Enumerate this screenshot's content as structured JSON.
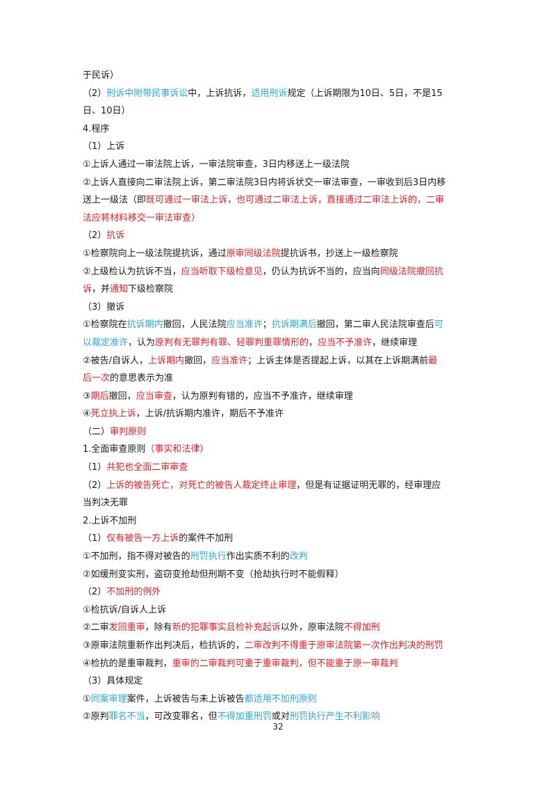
{
  "colors": {
    "black": "#1a1a1a",
    "red": "#ee1c25",
    "blue": "#27a9e1"
  },
  "lines": [
    [
      [
        "black",
        "于民诉）"
      ]
    ],
    [
      [
        "black",
        "（2）"
      ],
      [
        "blue",
        "刑诉中附带民事诉讼"
      ],
      [
        "black",
        "中，上诉抗诉，"
      ],
      [
        "blue",
        "适用刑诉"
      ],
      [
        "black",
        "规定（上诉期限为10日、5日，不是15"
      ]
    ],
    [
      [
        "black",
        "日、10日）"
      ]
    ],
    [
      [
        "black",
        "4.程序"
      ]
    ],
    [
      [
        "black",
        "（1）上诉"
      ]
    ],
    [
      [
        "black",
        "①上诉人通过一审法院上诉，一审法院审查，3日内移送上一级法院"
      ]
    ],
    [
      [
        "black",
        "②上诉人直接向二审法院上诉，第二审法院3日内将诉状交一审法审查，一审收到后3日内移"
      ]
    ],
    [
      [
        "black",
        "送上一级法（即"
      ],
      [
        "red",
        "既可通过一审法上诉，也可通过二审法上诉，直接通过二审法上诉的，二审"
      ]
    ],
    [
      [
        "red",
        "法应将材料移交一审法审查）"
      ]
    ],
    [
      [
        "black",
        "（2）"
      ],
      [
        "red",
        "抗诉"
      ]
    ],
    [
      [
        "black",
        "①检察院向上一级法院提抗诉，通过"
      ],
      [
        "red",
        "原审同级法院"
      ],
      [
        "black",
        "提抗诉书，抄送上一级检察院"
      ]
    ],
    [
      [
        "black",
        "②上级检认为抗诉不当，"
      ],
      [
        "red",
        "应当听取下级检意见"
      ],
      [
        "black",
        "，仍认为抗诉不当的，应当向"
      ],
      [
        "red",
        "同级法院撤回抗"
      ]
    ],
    [
      [
        "red",
        "诉"
      ],
      [
        "black",
        "，并"
      ],
      [
        "red",
        "通知"
      ],
      [
        "black",
        "下级检察院"
      ]
    ],
    [
      [
        "black",
        "（3）撤诉"
      ]
    ],
    [
      [
        "black",
        "①检察院在"
      ],
      [
        "blue",
        "抗诉期内"
      ],
      [
        "black",
        "撤回，人民法院"
      ],
      [
        "blue",
        "应当准许"
      ],
      [
        "black",
        "；"
      ],
      [
        "blue",
        "抗诉期满后"
      ],
      [
        "black",
        "撤回，第二审人民法院审查后"
      ],
      [
        "blue",
        "可"
      ]
    ],
    [
      [
        "blue",
        "以裁定准许"
      ],
      [
        "black",
        "，认为"
      ],
      [
        "red",
        "原判有无罪判有罪、轻罪判重罪情形的"
      ],
      [
        "black",
        "，"
      ],
      [
        "red",
        "应当不予准许"
      ],
      [
        "black",
        "，继续审理"
      ]
    ],
    [
      [
        "black",
        "②被告/自诉人，"
      ],
      [
        "red",
        "上诉期内"
      ],
      [
        "black",
        "撤回，"
      ],
      [
        "red",
        "应当准许"
      ],
      [
        "black",
        "；上诉主体是否提起上诉，以其在上诉期满前"
      ],
      [
        "red",
        "最"
      ]
    ],
    [
      [
        "red",
        "后一次"
      ],
      [
        "black",
        "的意思表示为准"
      ]
    ],
    [
      [
        "black",
        "③"
      ],
      [
        "red",
        "期后"
      ],
      [
        "black",
        "撤回，"
      ],
      [
        "red",
        "应当审查"
      ],
      [
        "black",
        "，认为原判有错的，应当不予准许，继续审理"
      ]
    ],
    [
      [
        "black",
        "④"
      ],
      [
        "red",
        "死立执上诉"
      ],
      [
        "black",
        "，上诉/抗诉期内准许，期后不予准许"
      ]
    ],
    [
      [
        "black",
        "（二）"
      ],
      [
        "red",
        "审判原则"
      ]
    ],
    [
      [
        "black",
        "1.全面审查原则"
      ],
      [
        "red",
        "（事实和法律）"
      ]
    ],
    [
      [
        "black",
        "（1）"
      ],
      [
        "red",
        "共犯也全面二审审查"
      ]
    ],
    [
      [
        "black",
        "（2）"
      ],
      [
        "red",
        "上诉的被告死亡，对死亡的被告人裁定终止审理"
      ],
      [
        "black",
        "，但是有证据证明无罪的，经审理应"
      ]
    ],
    [
      [
        "black",
        "当判决无罪"
      ]
    ],
    [
      [
        "black",
        "2.上诉不加刑"
      ]
    ],
    [
      [
        "black",
        "（1）"
      ],
      [
        "red",
        "仅有被告一方上诉"
      ],
      [
        "black",
        "的案件不加刑"
      ]
    ],
    [
      [
        "black",
        "①不加刑，指不得对被告的"
      ],
      [
        "blue",
        "刑罚执行"
      ],
      [
        "black",
        "作出实质不利的"
      ],
      [
        "blue",
        "改判"
      ]
    ],
    [
      [
        "black",
        "②如缓刑变实刑，盗窃变抢劫但刑期不变（抢劫执行时不能假释）"
      ]
    ],
    [
      [
        "black",
        "（2）"
      ],
      [
        "red",
        "不加刑的例外"
      ]
    ],
    [
      [
        "black",
        "①检抗诉/自诉人上诉"
      ]
    ],
    [
      [
        "black",
        "②二审"
      ],
      [
        "red",
        "发回重审"
      ],
      [
        "black",
        "，除有"
      ],
      [
        "red",
        "新的犯罪事实且检补充起诉"
      ],
      [
        "black",
        "以外，原审法院"
      ],
      [
        "red",
        "不得加刑"
      ]
    ],
    [
      [
        "black",
        "③原审法院重新作出判决后，检抗诉的，"
      ],
      [
        "red",
        "二审改判不得重于原审法院第一次作出判决的刑罚"
      ]
    ],
    [
      [
        "black",
        "④检抗的是重审裁判，"
      ],
      [
        "red",
        "重审的二审裁判可重于重审裁判，但不能重于原一审裁判"
      ]
    ],
    [
      [
        "black",
        "（3）具体规定"
      ]
    ],
    [
      [
        "black",
        "①"
      ],
      [
        "blue",
        "同案审理"
      ],
      [
        "black",
        "案件，上诉被告与未上诉被告"
      ],
      [
        "blue",
        "都适用不加刑原则"
      ]
    ],
    [
      [
        "black",
        "②原判"
      ],
      [
        "blue",
        "罪名不当"
      ],
      [
        "black",
        "，可改变罪名，但"
      ],
      [
        "blue",
        "不得加重刑罚"
      ],
      [
        "black",
        "或对"
      ],
      [
        "blue",
        "刑罚执行产生不利影响"
      ]
    ]
  ],
  "page_number": "32"
}
